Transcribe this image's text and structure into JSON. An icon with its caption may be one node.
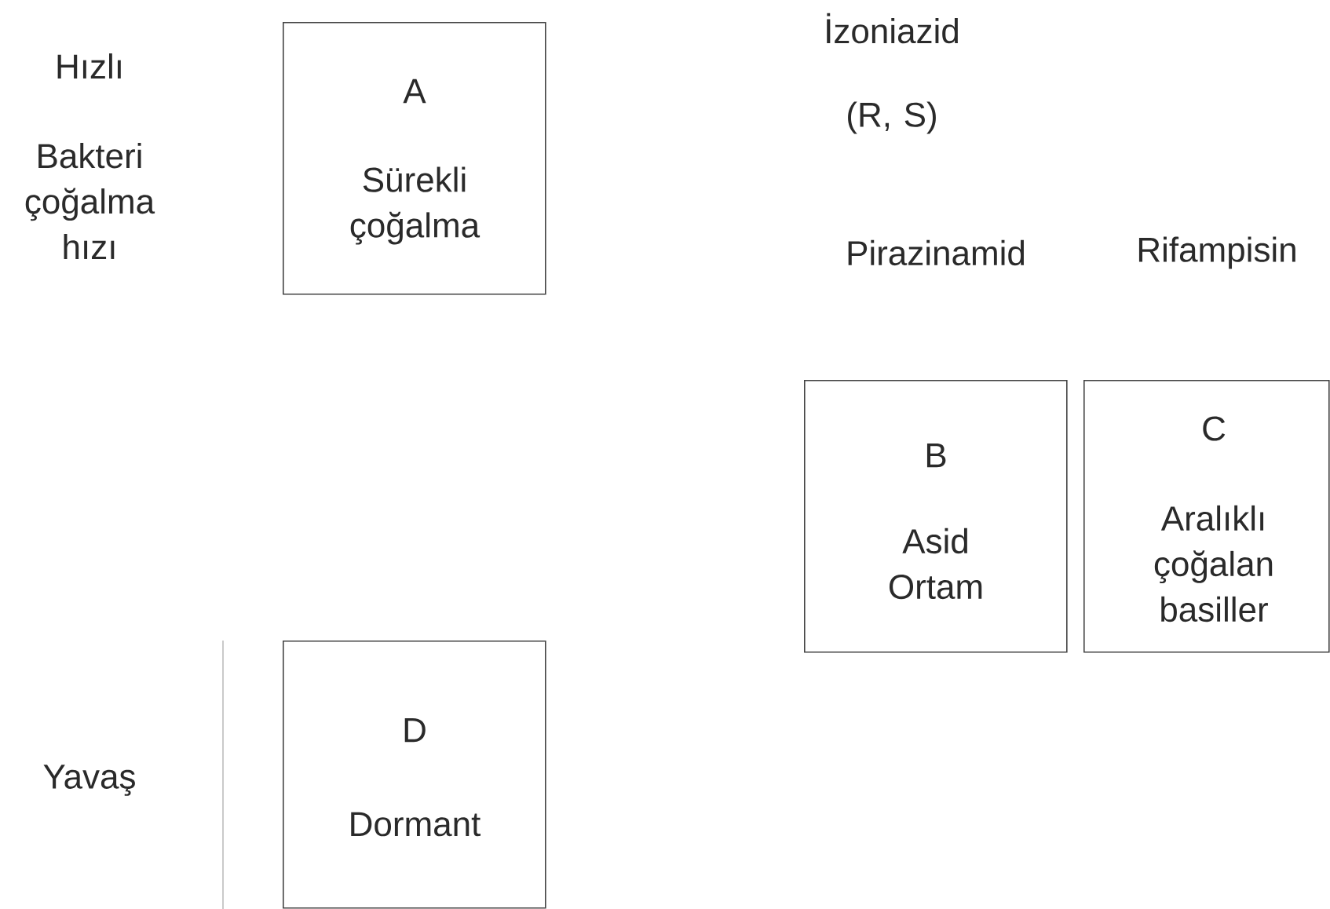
{
  "diagram": {
    "nodes": [
      {
        "text": [
          "A",
          "Sürekli çoğalma"
        ]
      },
      {
        "text": [
          "B",
          "Asid Ortam"
        ]
      },
      {
        "text": [
          "C",
          "Aralıklı çoğalan basiller"
        ]
      },
      {
        "text": [
          "D",
          "Dormant"
        ]
      }
    ],
    "labels": [
      "Hızlı",
      "Bakteri çoğalma hızı",
      "İzoniazid",
      "(R, S)",
      "Pirazinamid",
      "Rifampisin",
      "Yavaş"
    ]
  }
}
